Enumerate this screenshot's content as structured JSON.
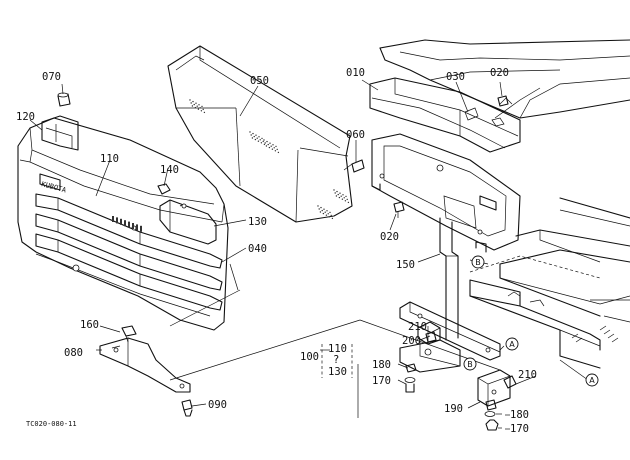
{
  "callouts": {
    "c010": "010",
    "c020a": "020",
    "c020b": "020",
    "c030": "030",
    "c040": "040",
    "c050": "050",
    "c060": "060",
    "c070": "070",
    "c080": "080",
    "c090": "090",
    "c100": "100",
    "c110a": "110",
    "c110b": "110",
    "c120": "120",
    "c130a": "130",
    "c130b": "130",
    "c140": "140",
    "c150": "150",
    "c160": "160",
    "c170a": "170",
    "c170b": "170",
    "c180a": "180",
    "c180b": "180",
    "c190": "190",
    "c200": "200",
    "c210a": "210",
    "c210b": "210"
  },
  "refs": {
    "A": "A",
    "B": "B"
  },
  "range_sep": "?",
  "drawing_code": "TC020-080-11",
  "grille_badge": "KUBOTA"
}
